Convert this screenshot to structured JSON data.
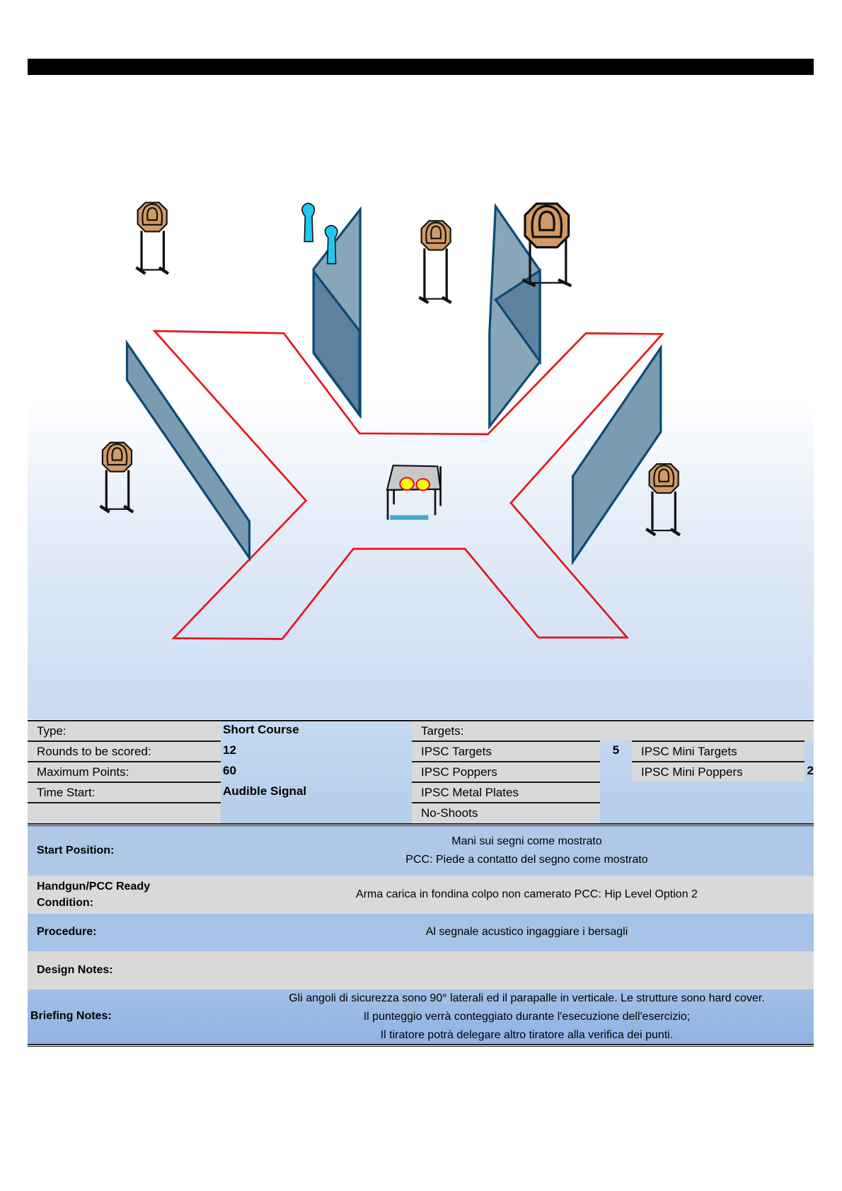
{
  "colors": {
    "fault_line": "#e8141c",
    "wall_fill": "#7a9cb3",
    "wall_stroke": "#0e4a72",
    "target_fill": "#d39a64",
    "popper_fill": "#1ec8f0",
    "mini_popper_fill": "#ffff00",
    "table_row_grey": "#d9d9d9",
    "table_row_blue": "#b4cdea"
  },
  "diagram": {
    "legend_icons": [
      "ipsc-target-icon",
      "ipsc-popper-icon",
      "mini-popper-icon",
      "wall-icon",
      "fault-line-icon",
      "table-icon",
      "start-mark-icon"
    ]
  },
  "summary": {
    "type_label": "Type:",
    "type_value": "Short Course",
    "rounds_label": "Rounds to be scored:",
    "rounds_value": "12",
    "points_label": "Maximum Points:",
    "points_value": "60",
    "time_start_label": "Time Start:",
    "time_start_value": "Audible Signal",
    "targets_label": "Targets:",
    "targets": [
      {
        "label": "IPSC Targets",
        "count": "5"
      },
      {
        "label": "IPSC Poppers",
        "count": ""
      },
      {
        "label": "IPSC Metal Plates",
        "count": ""
      },
      {
        "label": "No-Shoots",
        "count": ""
      }
    ],
    "mini_targets": [
      {
        "label": "IPSC Mini Targets",
        "count": ""
      },
      {
        "label": "IPSC Mini Poppers",
        "count": "2"
      }
    ]
  },
  "details": {
    "start_position_label": "Start Position:",
    "start_position_line1": "Mani sui segni come mostrato",
    "start_position_line2": "PCC: Piede a contatto del segno come mostrato",
    "ready_label_line1": "Handgun/PCC Ready",
    "ready_label_line2": "Condition:",
    "ready_value": "Arma carica in fondina colpo non camerato PCC: Hip Level Option 2",
    "procedure_label": "Procedure:",
    "procedure_value": "Al segnale acustico ingaggiare i bersagli",
    "design_notes_label": "Design Notes:",
    "design_notes_value": "",
    "briefing_label": "Briefing Notes:",
    "briefing_line1": "Gli angoli di sicurezza sono 90° laterali ed il parapalle in verticale. Le strutture sono hard cover.",
    "briefing_line2": "Il punteggio verrà conteggiato durante l'esecuzione dell'esercizio;",
    "briefing_line3": "Il tiratore potrà delegare altro tiratore alla verifica dei punti."
  }
}
